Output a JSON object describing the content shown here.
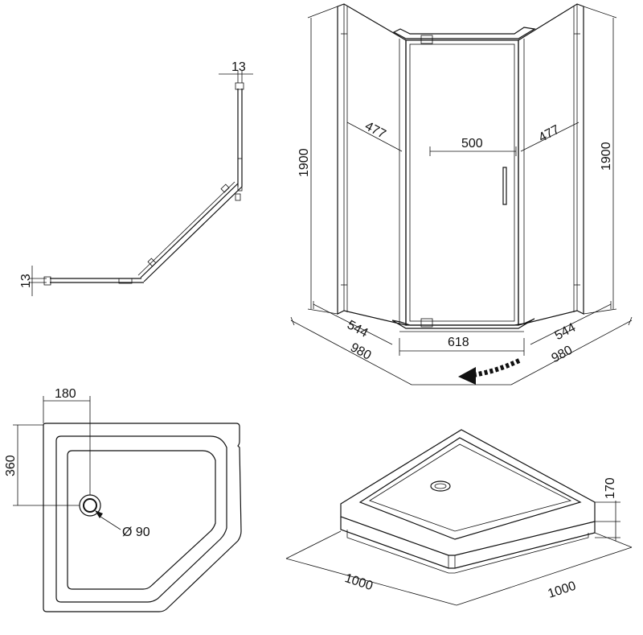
{
  "plan_view": {
    "profile_thickness_top": "13",
    "profile_thickness_left": "13"
  },
  "front_view": {
    "height_left": "1900",
    "height_right": "1900",
    "side_panel_left": "477",
    "door_width": "500",
    "side_panel_right": "477",
    "base_left": "544",
    "base_front": "618",
    "base_right": "544",
    "depth_left": "980",
    "depth_right": "980",
    "door_swing_icon": "curved-arrow-icon"
  },
  "tray_plan": {
    "drain_offset_x": "180",
    "drain_offset_y": "360",
    "drain_diameter": "Ø 90"
  },
  "tray_3d": {
    "height": "170",
    "side_left": "1000",
    "side_right": "1000"
  }
}
